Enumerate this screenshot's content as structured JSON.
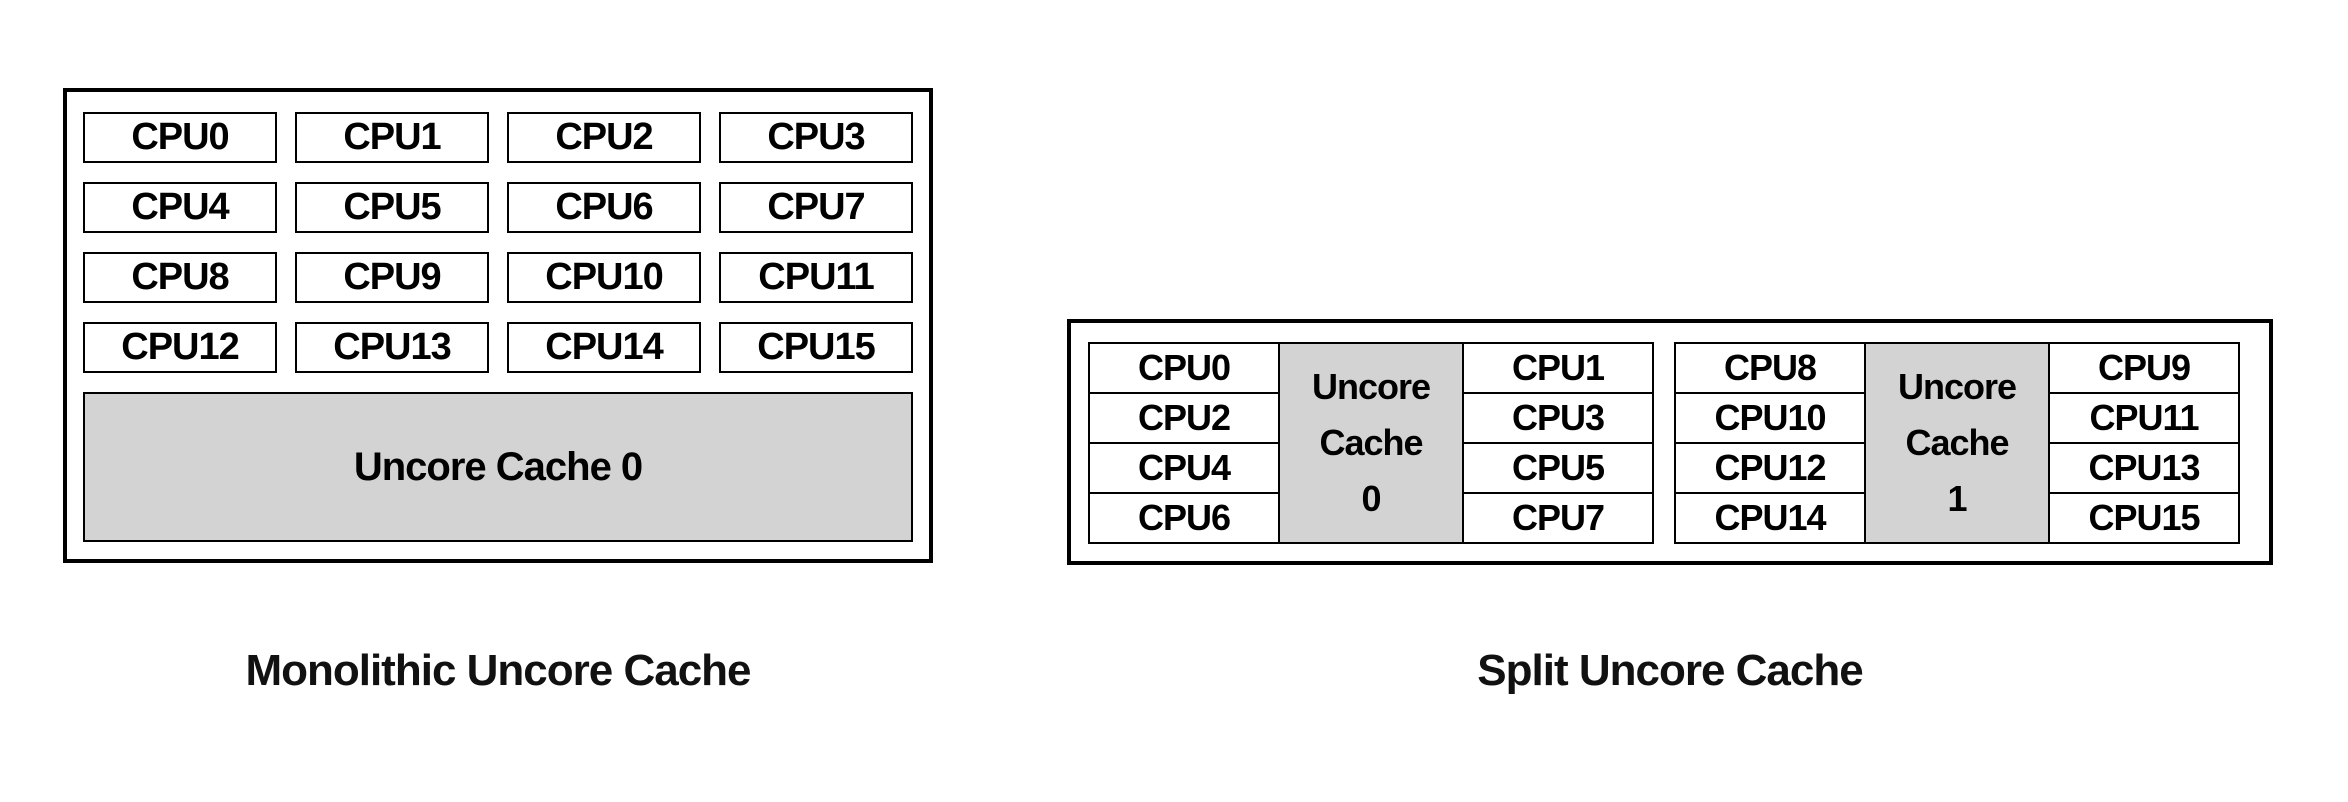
{
  "colors": {
    "background": "#ffffff",
    "box_border": "#000000",
    "cache_fill": "#d3d3d3",
    "text": "#000000"
  },
  "monolithic": {
    "caption": "Monolithic Uncore Cache",
    "cache_label": "Uncore Cache 0",
    "cpus": [
      "CPU0",
      "CPU1",
      "CPU2",
      "CPU3",
      "CPU4",
      "CPU5",
      "CPU6",
      "CPU7",
      "CPU8",
      "CPU9",
      "CPU10",
      "CPU11",
      "CPU12",
      "CPU13",
      "CPU14",
      "CPU15"
    ]
  },
  "split": {
    "caption": "Split Uncore Cache",
    "groups": [
      {
        "cache_label": "Uncore Cache 0",
        "cache_lines": [
          "Uncore",
          "Cache",
          "0"
        ],
        "left_cpus": [
          "CPU0",
          "CPU2",
          "CPU4",
          "CPU6"
        ],
        "right_cpus": [
          "CPU1",
          "CPU3",
          "CPU5",
          "CPU7"
        ]
      },
      {
        "cache_label": "Uncore Cache 1",
        "cache_lines": [
          "Uncore",
          "Cache",
          "1"
        ],
        "left_cpus": [
          "CPU8",
          "CPU10",
          "CPU12",
          "CPU14"
        ],
        "right_cpus": [
          "CPU9",
          "CPU11",
          "CPU13",
          "CPU15"
        ]
      }
    ]
  }
}
